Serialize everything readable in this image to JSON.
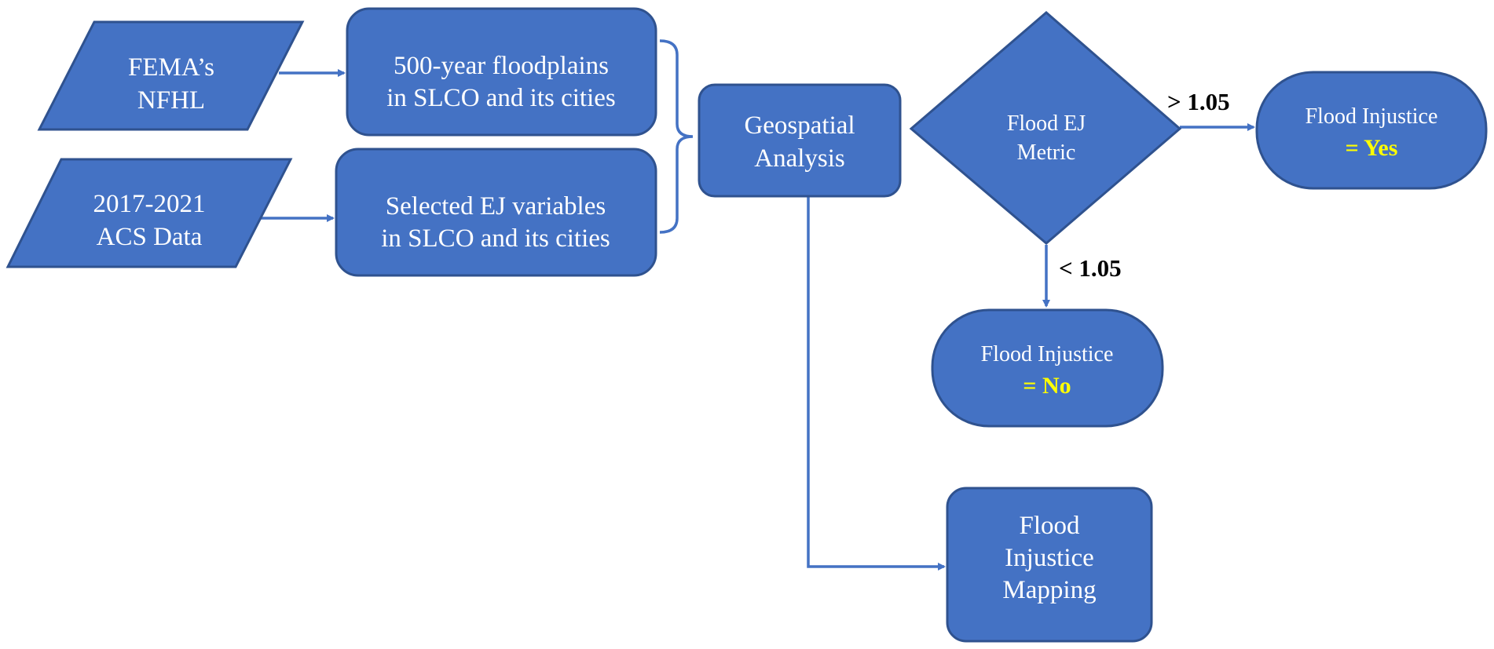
{
  "nodes": {
    "fema": {
      "line1": "FEMA’s",
      "line2": "NFHL"
    },
    "acs": {
      "line1": "2017-2021",
      "line2": "ACS Data"
    },
    "floodplains": {
      "line1": "500-year floodplains",
      "line2": "in SLCO and its cities"
    },
    "ej_variables": {
      "line1": "Selected EJ variables",
      "line2": "in SLCO and its cities"
    },
    "geospatial": {
      "line1": "Geospatial",
      "line2": "Analysis"
    },
    "metric": {
      "line1": "Flood EJ",
      "line2": "Metric"
    },
    "injustice_yes": {
      "line1": "Flood Injustice",
      "line2": "= Yes"
    },
    "injustice_no": {
      "line1": "Flood Injustice",
      "line2": "= No"
    },
    "mapping": {
      "line1": "Flood",
      "line2": "Injustice",
      "line3": "Mapping"
    }
  },
  "conditions": {
    "greater": "> 1.05",
    "less": "< 1.05"
  },
  "colors": {
    "shape_fill": "#4472C4",
    "shape_border": "#2F528F",
    "highlight": "#FFFF00"
  }
}
